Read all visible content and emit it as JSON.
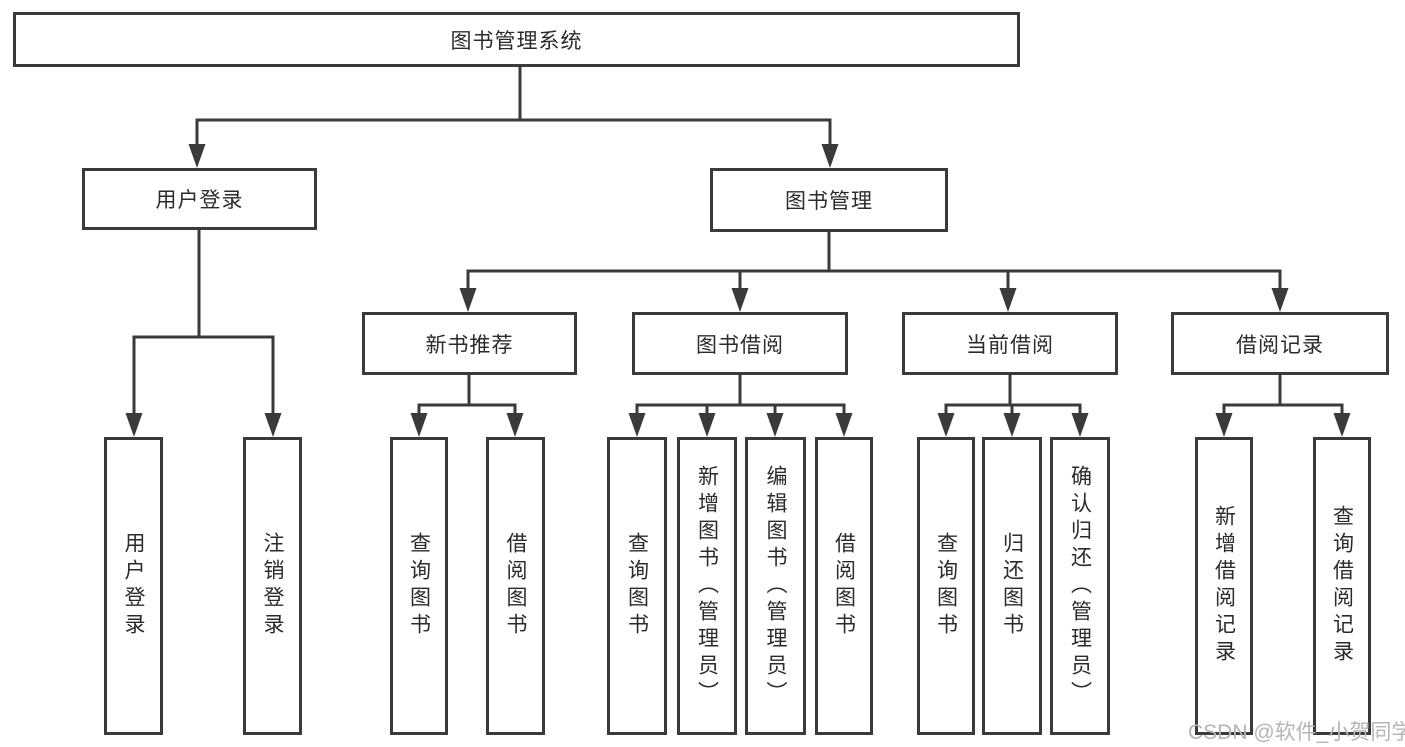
{
  "diagram": {
    "title": "图书管理系统",
    "tree": {
      "label": "图书管理系统",
      "children": [
        {
          "label": "用户登录",
          "children": [
            {
              "label": "用户登录"
            },
            {
              "label": "注销登录"
            }
          ]
        },
        {
          "label": "图书管理",
          "children": [
            {
              "label": "新书推荐",
              "children": [
                {
                  "label": "查询图书"
                },
                {
                  "label": "借阅图书"
                }
              ]
            },
            {
              "label": "图书借阅",
              "children": [
                {
                  "label": "查询图书"
                },
                {
                  "label": "新增图书（管理员）"
                },
                {
                  "label": "编辑图书（管理员）"
                },
                {
                  "label": "借阅图书"
                }
              ]
            },
            {
              "label": "当前借阅",
              "children": [
                {
                  "label": "查询图书"
                },
                {
                  "label": "归还图书"
                },
                {
                  "label": "确认归还（管理员）"
                }
              ]
            },
            {
              "label": "借阅记录",
              "children": [
                {
                  "label": "新增借阅记录"
                },
                {
                  "label": "查询借阅记录"
                }
              ]
            }
          ]
        }
      ]
    }
  },
  "watermark": {
    "text": "CSDN @软件_小贺同学"
  },
  "colors": {
    "line": "#3a3a3a",
    "box_border": "#3a3a3a",
    "text": "#2b2b2b",
    "watermark": "#b5b5b5",
    "background": "#ffffff"
  }
}
